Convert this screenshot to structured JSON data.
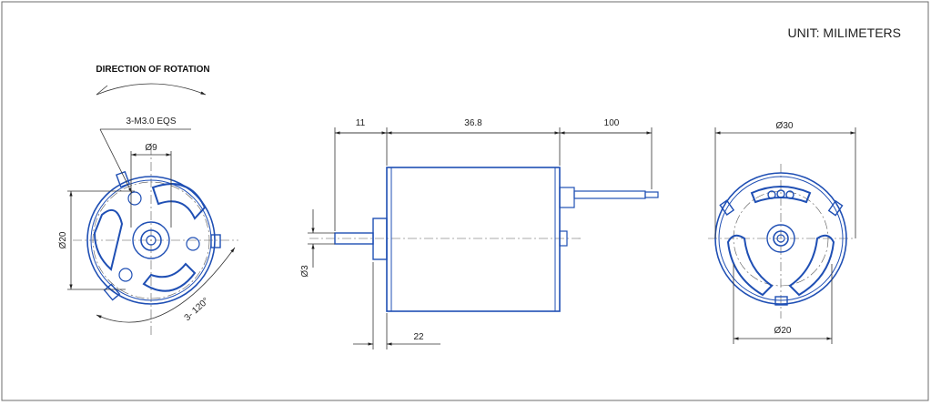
{
  "unit_label": "UNIT: MILIMETERS",
  "rotation_label": "DIRECTION OF ROTATION",
  "front_view": {
    "screw_callout": "3-M3.0 EQS",
    "hole_circle_dia": "Ø9",
    "bolt_circle_dia": "Ø20",
    "angle_callout": "3- 120°"
  },
  "side_view": {
    "shaft_protrusion": "11",
    "body_length": "36.8",
    "lead_length": "100",
    "shaft_dia": "Ø3",
    "flange_offset": "22"
  },
  "rear_view": {
    "outer_dia": "Ø30",
    "inner_dia": "Ø20"
  },
  "colors": {
    "motor_outline": "#1f4fb4",
    "dimension_lines": "#333333",
    "frame": "#6e6e6e"
  }
}
